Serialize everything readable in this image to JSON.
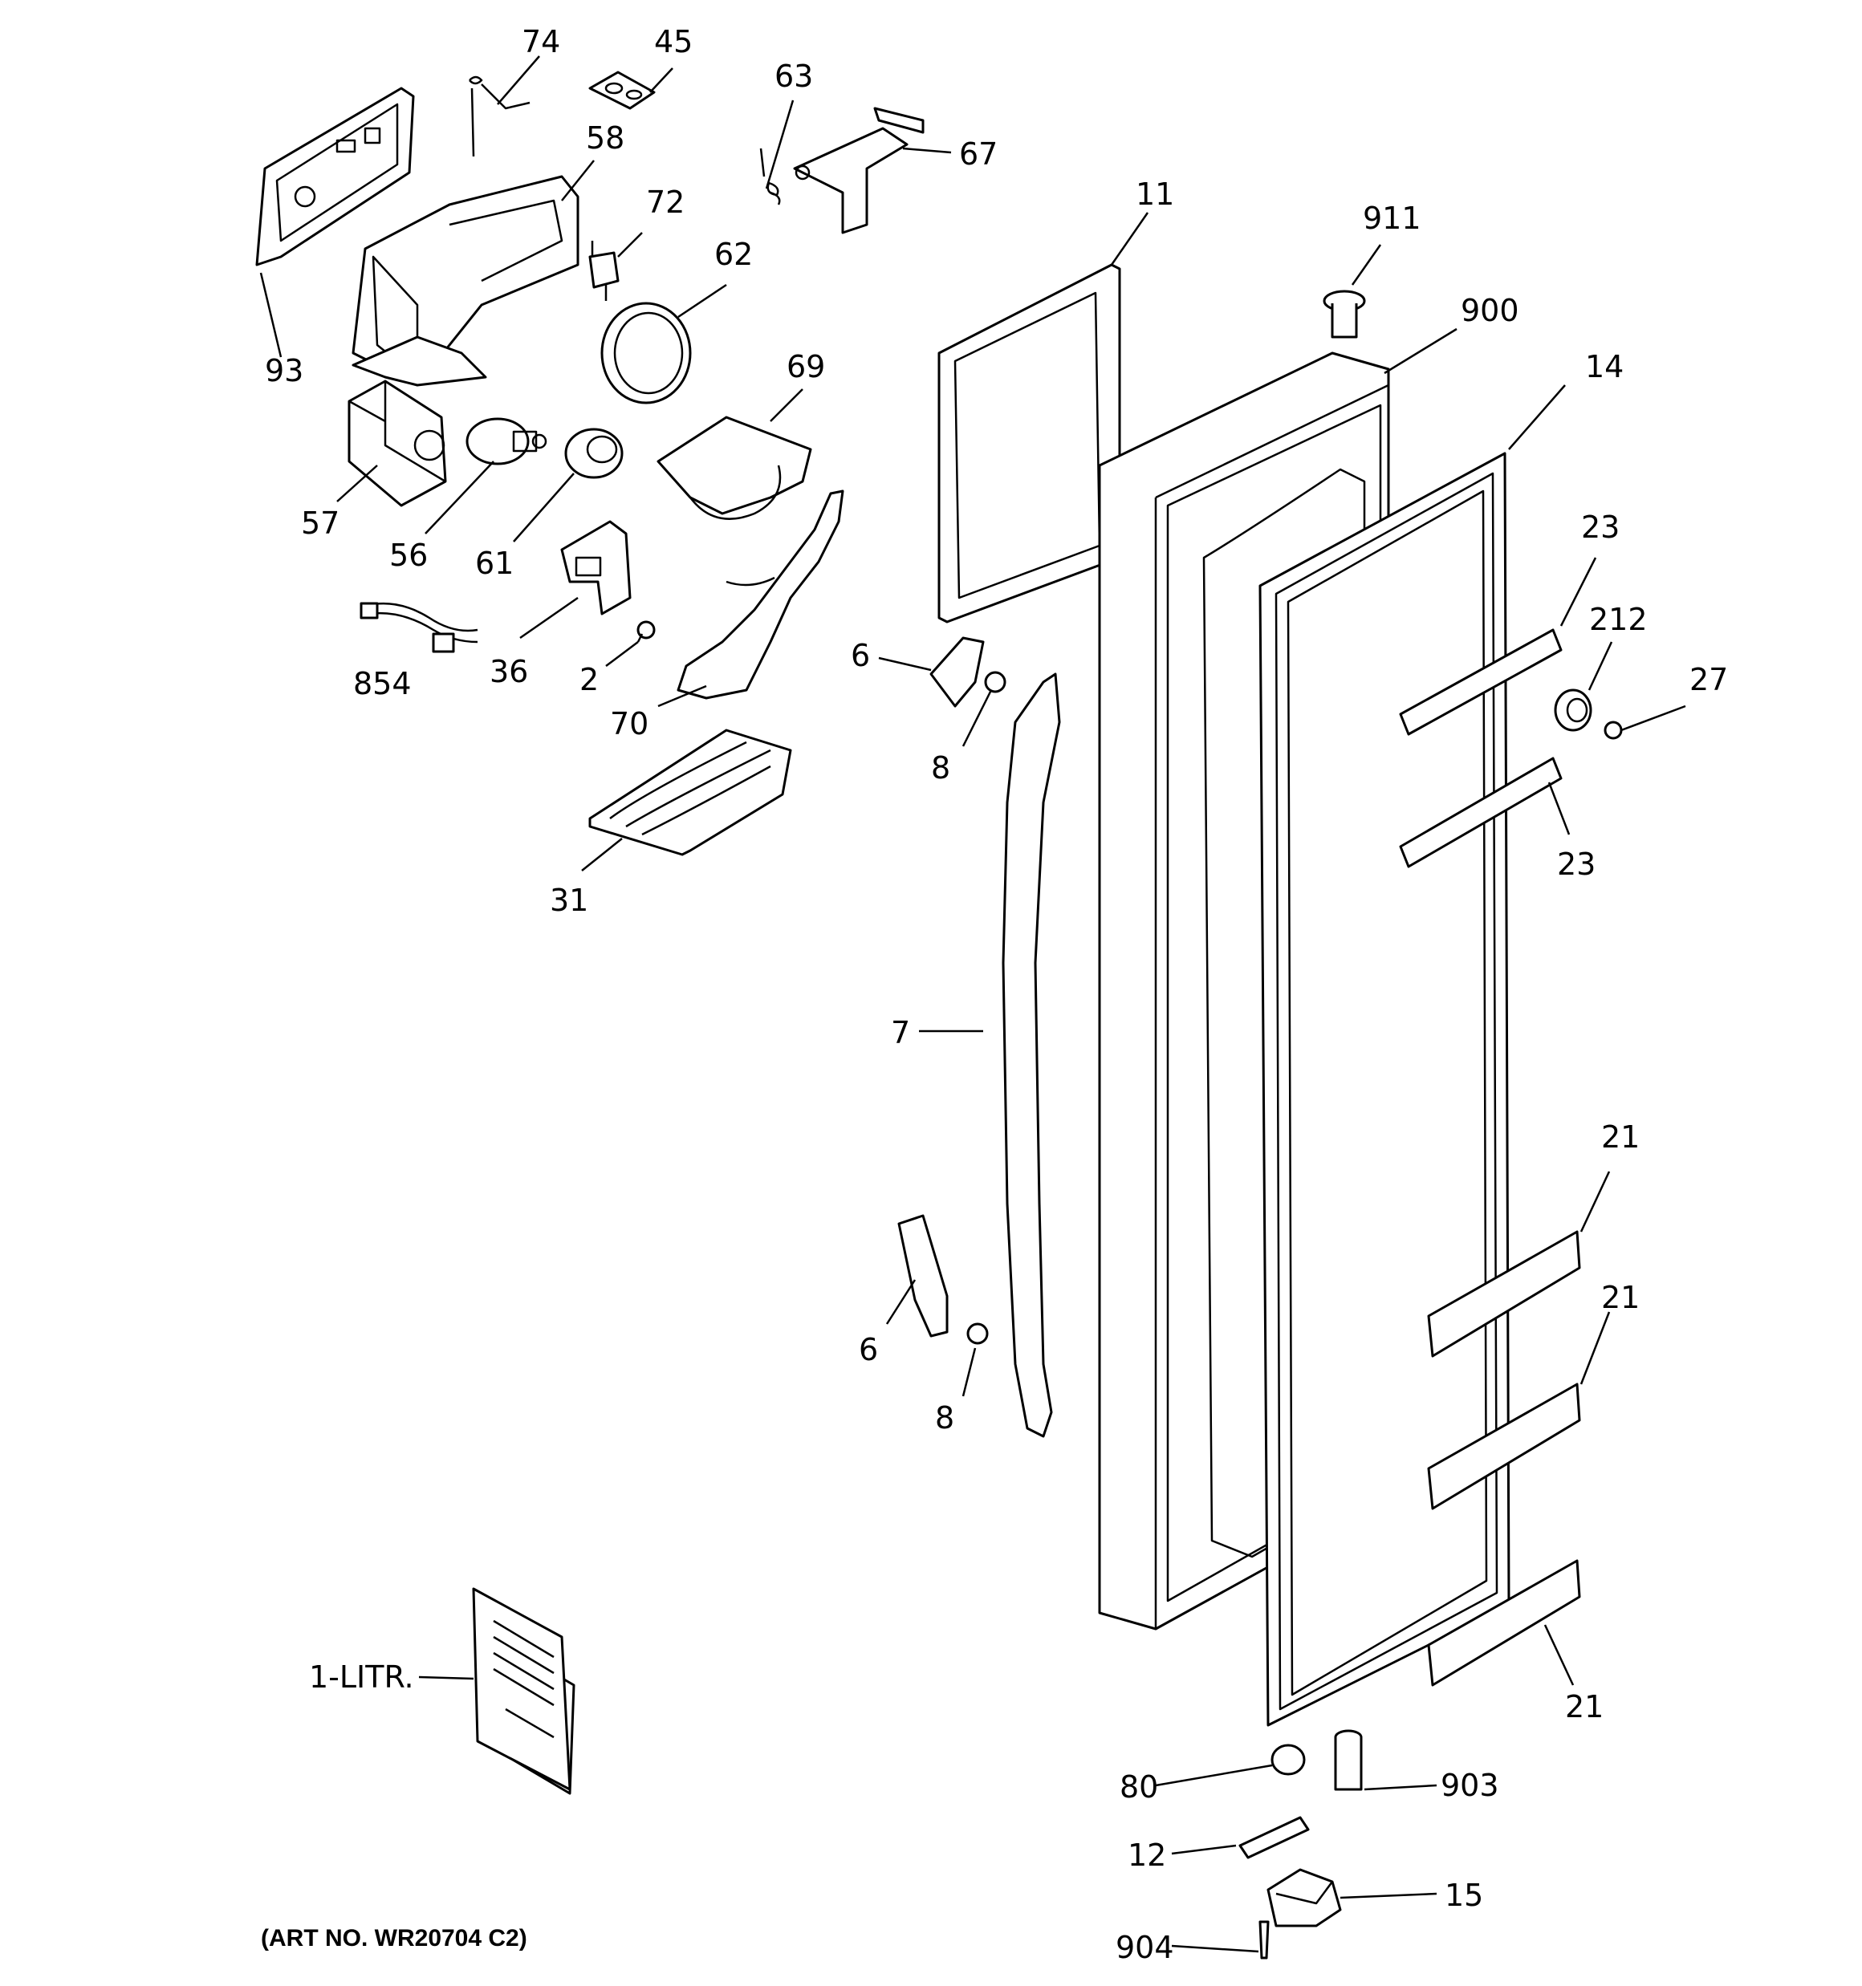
{
  "diagram": {
    "art_number": "(ART NO. WR20704 C2)",
    "callouts": {
      "c74": "74",
      "c45": "45",
      "c63": "63",
      "c67": "67",
      "c58": "58",
      "c72": "72",
      "c62": "62",
      "c93": "93",
      "c69": "69",
      "c57": "57",
      "c56": "56",
      "c61": "61",
      "c854": "854",
      "c36": "36",
      "c2": "2",
      "c70": "70",
      "c31": "31",
      "c11": "11",
      "c911": "911",
      "c900": "900",
      "c14": "14",
      "c23a": "23",
      "c212": "212",
      "c27": "27",
      "c23b": "23",
      "c6a": "6",
      "c8a": "8",
      "c7": "7",
      "c21a": "21",
      "c21b": "21",
      "c6b": "6",
      "c8b": "8",
      "c21c": "21",
      "c1litr": "1-LITR.",
      "c80": "80",
      "c903": "903",
      "c12": "12",
      "c15": "15",
      "c904": "904"
    }
  }
}
